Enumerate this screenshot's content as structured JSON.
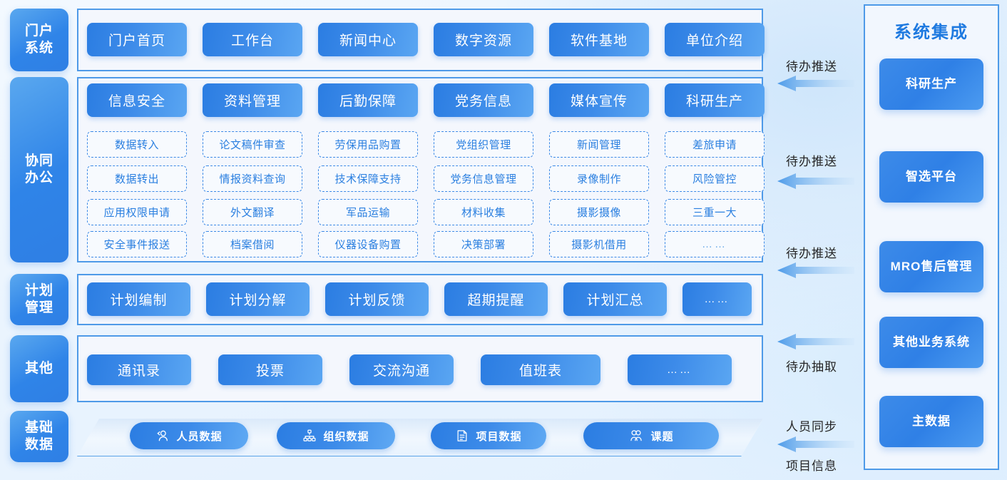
{
  "rails": [
    {
      "id": "portal",
      "label": "门户\n系统"
    },
    {
      "id": "collab",
      "label": "协同\n办公"
    },
    {
      "id": "plan",
      "label": "计划\n管理"
    },
    {
      "id": "other",
      "label": "其他"
    },
    {
      "id": "base",
      "label": "基础\n数据"
    }
  ],
  "portal": {
    "items": [
      "门户首页",
      "工作台",
      "新闻中心",
      "数字资源",
      "软件基地",
      "单位介绍"
    ]
  },
  "collab": {
    "headers": [
      "信息安全",
      "资料管理",
      "后勤保障",
      "党务信息",
      "媒体宣传",
      "科研生产"
    ],
    "grid": [
      [
        "数据转入",
        "论文稿件审查",
        "劳保用品购置",
        "党组织管理",
        "新闻管理",
        "差旅申请"
      ],
      [
        "数据转出",
        "情报资料查询",
        "技术保障支持",
        "党务信息管理",
        "录像制作",
        "风险管控"
      ],
      [
        "应用权限申请",
        "外文翻译",
        "军品运输",
        "材料收集",
        "摄影摄像",
        "三重一大"
      ],
      [
        "安全事件报送",
        "档案借阅",
        "仪器设备购置",
        "决策部署",
        "摄影机借用",
        "……"
      ]
    ]
  },
  "plan": {
    "items": [
      "计划编制",
      "计划分解",
      "计划反馈",
      "超期提醒",
      "计划汇总",
      "……"
    ]
  },
  "other": {
    "items": [
      "通讯录",
      "投票",
      "交流沟通",
      "值班表",
      "……"
    ]
  },
  "base": {
    "items": [
      {
        "label": "人员数据",
        "icon": "person-icon"
      },
      {
        "label": "组织数据",
        "icon": "org-chart-icon"
      },
      {
        "label": "项目数据",
        "icon": "document-icon"
      },
      {
        "label": "课题",
        "icon": "people-icon"
      }
    ]
  },
  "arrows": [
    {
      "label": "待办推送"
    },
    {
      "label": "待办推送"
    },
    {
      "label": "待办推送"
    },
    {
      "label": "待办抽取"
    },
    {
      "label": "人员同步"
    },
    {
      "label": "项目信息"
    }
  ],
  "integration": {
    "title": "系统集成",
    "cards": [
      "科研生产",
      "智选平台",
      "MRO售后管理",
      "其他业务系统",
      "主数据"
    ]
  },
  "colors": {
    "accent": "#2f80e6",
    "panel_border": "#4e9ae8",
    "panel_bg": "#f4f7fd",
    "dashed_border": "#3d8ae6",
    "dashed_text": "#2a7fe0",
    "title_blue": "#1f7ae0",
    "page_bg": "#eaf4fe"
  }
}
